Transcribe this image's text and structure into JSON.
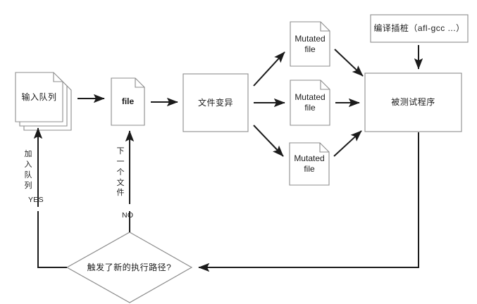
{
  "diagram": {
    "title": "AFL fuzzing workflow flowchart",
    "colors": {
      "node_stroke": "#8c8c8c",
      "node_fill": "#ffffff",
      "edge_stroke": "#1b1b1b",
      "text": "#1b1b1b",
      "background": "#ffffff"
    },
    "nodes": {
      "input_queue": {
        "label": "输入队列",
        "shape": "stacked-document"
      },
      "file": {
        "label": "file",
        "shape": "document"
      },
      "mutate": {
        "label": "文件变异",
        "shape": "rectangle"
      },
      "mutated_file_1": {
        "label": "Mutated\nfile",
        "shape": "document"
      },
      "mutated_file_2": {
        "label": "Mutated\nfile",
        "shape": "document"
      },
      "mutated_file_3": {
        "label": "Mutated\nfile",
        "shape": "document"
      },
      "compile_instrument": {
        "label": "编译插桩（afl-gcc ...）",
        "shape": "rectangle"
      },
      "target_program": {
        "label": "被测试程序",
        "shape": "rectangle"
      },
      "decision": {
        "label": "触发了新的执行路径?",
        "shape": "diamond"
      }
    },
    "edge_labels": {
      "yes": "YES",
      "no": "NO",
      "enqueue": "加入队列",
      "next_file": "下一个文件"
    }
  }
}
